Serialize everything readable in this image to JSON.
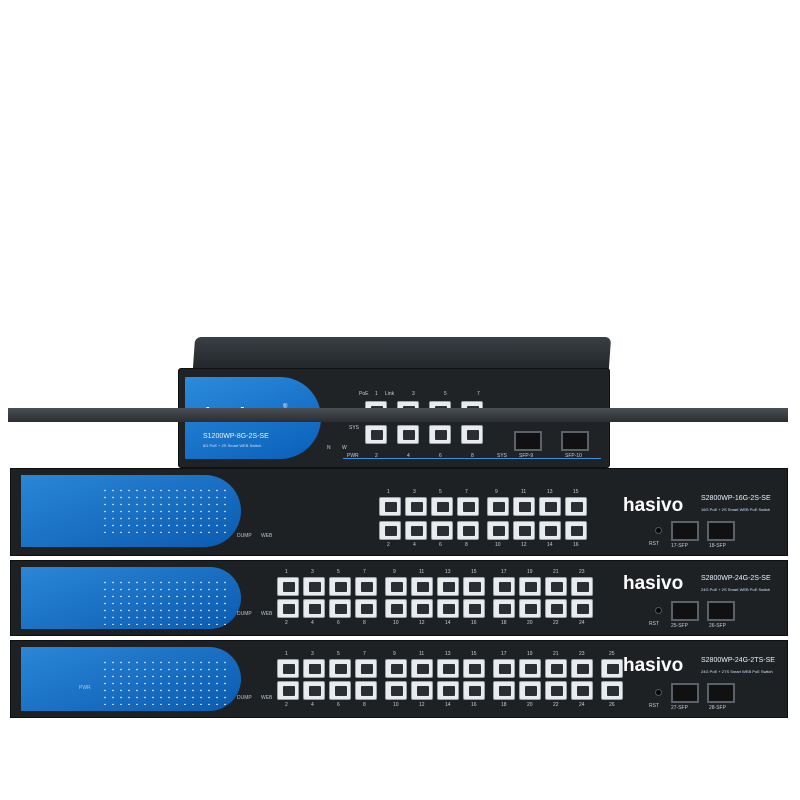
{
  "brand": "hasivo",
  "registered_mark": "®",
  "small_switch": {
    "model": "S1200WP-8G-2S-SE",
    "subtitle": "8G PoE + 2S Smart WEB Switch",
    "top_labels": [
      "PoE",
      "1",
      "Link",
      "3",
      "5",
      "7"
    ],
    "bottom_labels": [
      "PWR",
      "2",
      "4",
      "6",
      "8",
      "SYS",
      "SFP-9",
      "SFP-10"
    ],
    "side_labels": [
      "SYS",
      "N",
      "W"
    ]
  },
  "switches": [
    {
      "model": "S2800WP-16G-2S-SE",
      "subtitle": "16G PoE + 2S Smart WEB PoE Switch",
      "top_numbers": [
        "1",
        "3",
        "5",
        "7",
        "9",
        "11",
        "13",
        "15"
      ],
      "bottom_numbers": [
        "2",
        "4",
        "6",
        "8",
        "10",
        "12",
        "14",
        "16"
      ],
      "sfp_labels": [
        "17-SFP",
        "18-SFP"
      ],
      "rst": "RST",
      "dump": "DUMP",
      "web": "WEB"
    },
    {
      "model": "S2800WP-24G-2S-SE",
      "subtitle": "24G PoE + 2S Smart WEB PoE Switch",
      "top_numbers": [
        "1",
        "3",
        "5",
        "7",
        "9",
        "11",
        "13",
        "15",
        "17",
        "19",
        "21",
        "23"
      ],
      "bottom_numbers": [
        "2",
        "4",
        "6",
        "8",
        "10",
        "12",
        "14",
        "16",
        "18",
        "20",
        "22",
        "24"
      ],
      "sfp_labels": [
        "25-SFP",
        "26-SFP"
      ],
      "rst": "RST",
      "dump": "DUMP",
      "web": "WEB"
    },
    {
      "model": "S2800WP-24G-2TS-SE",
      "subtitle": "24G PoE + 2TS Smart WEB PoE Switch",
      "top_numbers": [
        "1",
        "3",
        "5",
        "7",
        "9",
        "11",
        "13",
        "15",
        "17",
        "19",
        "21",
        "23",
        "25"
      ],
      "bottom_numbers": [
        "2",
        "4",
        "6",
        "8",
        "10",
        "12",
        "14",
        "16",
        "18",
        "20",
        "22",
        "24",
        "26"
      ],
      "sfp_labels": [
        "27-SFP",
        "28-SFP"
      ],
      "rst": "RST",
      "dump": "DUMP",
      "web": "WEB",
      "pwr": "PWR"
    }
  ]
}
